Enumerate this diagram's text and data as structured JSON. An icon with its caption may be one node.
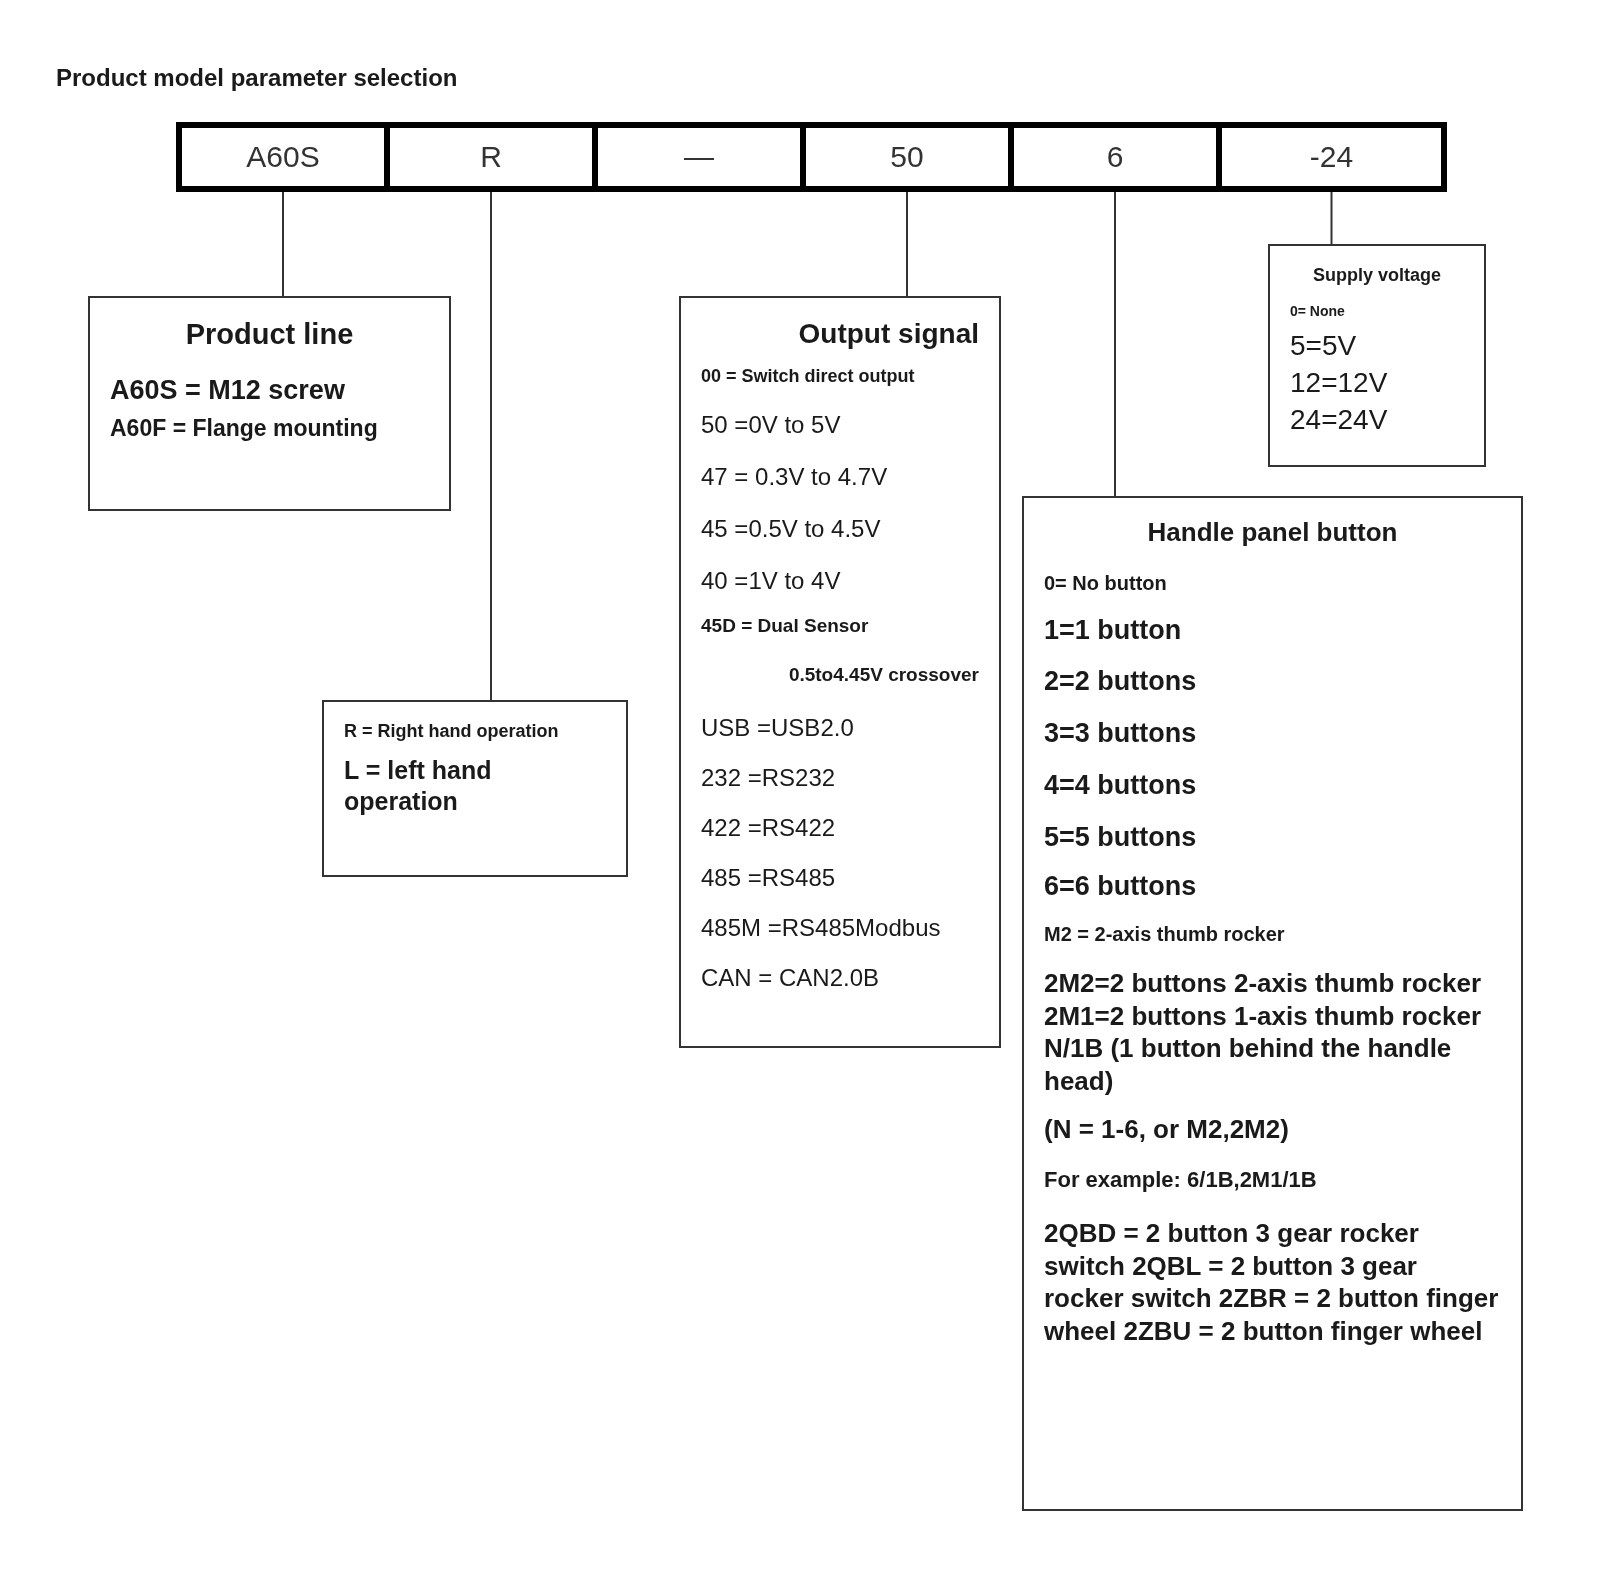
{
  "diagram": {
    "title": "Product model parameter selection",
    "nodes": [
      {
        "text": [
          "A60S"
        ]
      },
      {
        "text": [
          "R"
        ]
      },
      {
        "text": [
          "—"
        ]
      },
      {
        "text": [
          "50"
        ]
      },
      {
        "text": [
          "6"
        ]
      },
      {
        "text": [
          "-24"
        ]
      },
      {
        "text": [
          "Product line",
          "A60S = M12 screw",
          "A60F = Flange mounting"
        ]
      },
      {
        "text": [
          "R = Right hand operation",
          "L = left hand operation"
        ]
      },
      {
        "text": [
          "Output signal",
          "00 = Switch direct output",
          "50 =0V to 5V",
          "47 = 0.3V to 4.7V",
          "45 =0.5V to 4.5V",
          "40 =1V to 4V",
          "45D = Dual Sensor",
          "0.5to4.45V crossover",
          "USB =USB2.0",
          "232 =RS232",
          "422 =RS422",
          "485 =RS485",
          "485M =RS485Modbus",
          "CAN = CAN2.0B"
        ]
      },
      {
        "text": [
          "Handle panel button",
          "0= No button",
          "1=1 button",
          "2=2 buttons",
          "3=3 buttons",
          "4=4 buttons",
          "5=5 buttons",
          "6=6 buttons",
          "M2 = 2-axis thumb rocker",
          "2M2=2 buttons 2-axis thumb rocker 2M1=2 buttons 1-axis thumb rocker N/1B (1 button behind the handle head)",
          "(N = 1-6, or M2,2M2)",
          "For example: 6/1B,2M1/1B",
          "2QBD = 2 button 3 gear rocker switch 2QBL = 2 button 3 gear rocker switch 2ZBR = 2 button finger wheel 2ZBU = 2 button finger wheel"
        ]
      },
      {
        "text": [
          "Supply voltage",
          "0= None",
          "5=5V",
          "12=12V",
          "24=24V"
        ]
      }
    ],
    "edges": [
      {
        "from": 0,
        "to": 6,
        "arrow": "none"
      },
      {
        "from": 1,
        "to": 7,
        "arrow": "none"
      },
      {
        "from": 3,
        "to": 8,
        "arrow": "none"
      },
      {
        "from": 4,
        "to": 9,
        "arrow": "none"
      },
      {
        "from": 5,
        "to": 10,
        "arrow": "none"
      }
    ]
  }
}
